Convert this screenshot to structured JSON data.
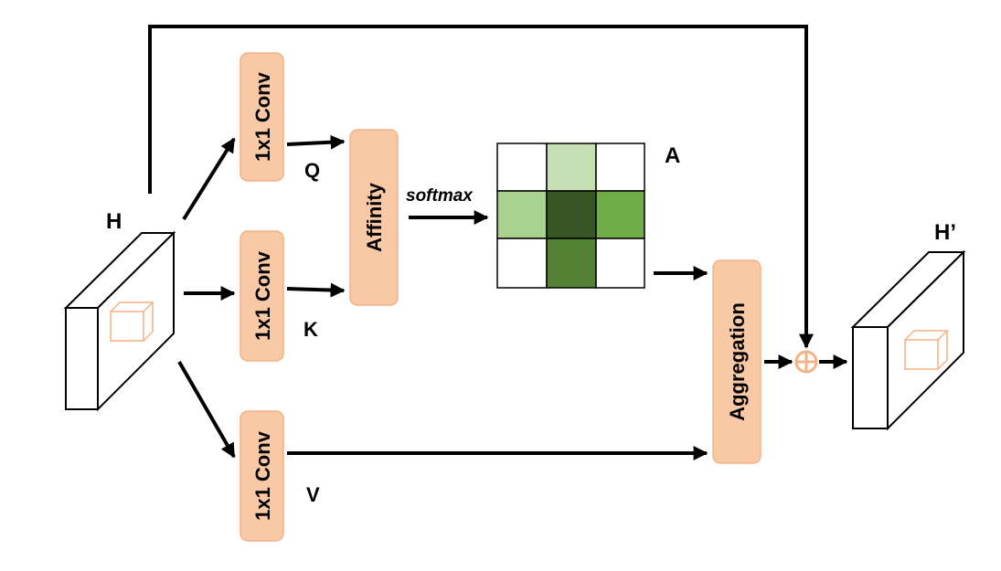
{
  "labels": {
    "input": "H",
    "output": "H’",
    "q": "Q",
    "k": "K",
    "v": "V",
    "softmax": "softmax",
    "attention_map": "A"
  },
  "blocks": {
    "conv_q": "1x1 Conv",
    "conv_k": "1x1 Conv",
    "conv_v": "1x1 Conv",
    "affinity": "Affinity",
    "aggregation": "Aggregation"
  },
  "colors": {
    "block_fill": "#f8c9a4",
    "block_border": "#f1b288",
    "sum_node": "#f4b183",
    "grid": [
      [
        "#ffffff",
        "#c6e0b4",
        "#ffffff"
      ],
      [
        "#a9d18e",
        "#375623",
        "#70ad47"
      ],
      [
        "#ffffff",
        "#548235",
        "#ffffff"
      ]
    ]
  }
}
